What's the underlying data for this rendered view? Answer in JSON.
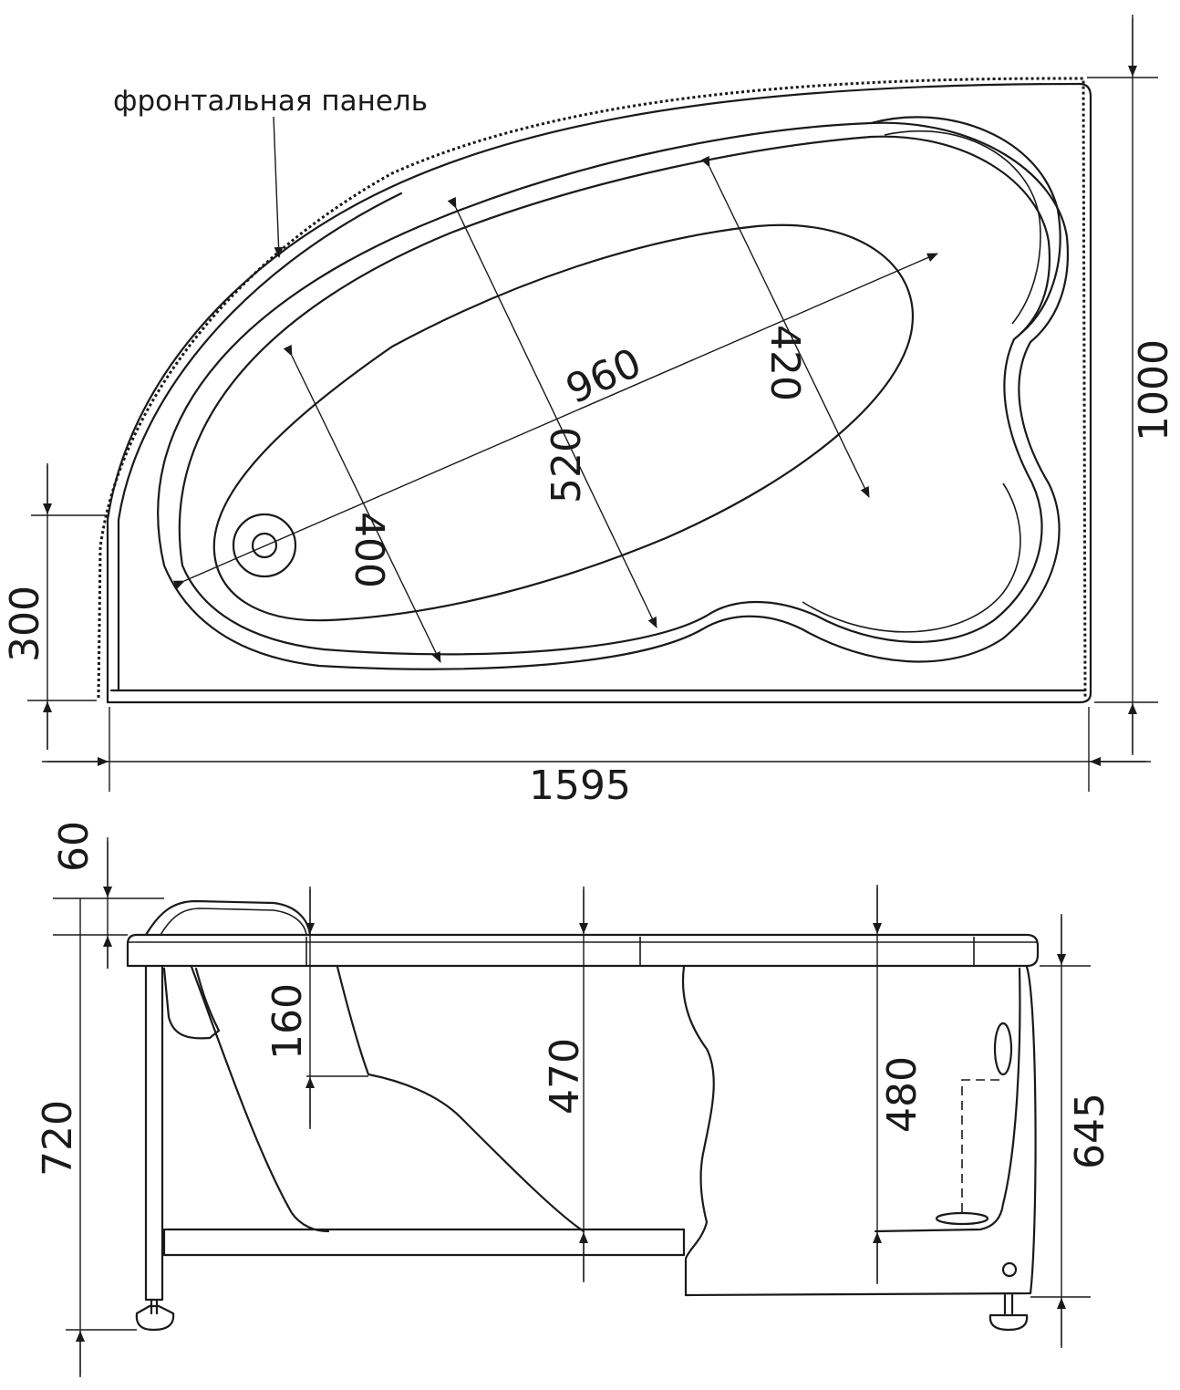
{
  "labels": {
    "front_panel": "фронтальная панель",
    "width_total": "1595",
    "depth_total": "1000",
    "short_side": "300",
    "inner_length": "960",
    "width_mid": "520",
    "width_head": "420",
    "width_foot": "400",
    "rim_height": "60",
    "overall_height": "720",
    "seat_depth": "160",
    "depth_mid": "470",
    "depth_head": "480",
    "body_height": "645"
  },
  "colors": {
    "line": "#1a1a1a",
    "background": "#ffffff"
  }
}
